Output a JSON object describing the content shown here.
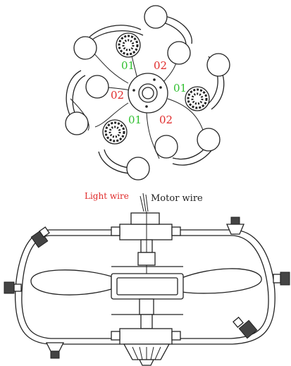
{
  "labels": {
    "wire_01_a": "01",
    "wire_01_b": "01",
    "wire_01_c": "01",
    "wire_02_a": "02",
    "wire_02_b": "02",
    "wire_02_c": "02",
    "light_wire": "Light wire",
    "motor_wire": "Motor wire"
  },
  "colors": {
    "label_01": "#2fbf2f",
    "label_02": "#e02a2a",
    "light_wire": "#e02a2a",
    "line": "#222222"
  },
  "icons": [
    "globe-light-icon",
    "socket-light-icon",
    "motor-hub-icon",
    "fan-blade-icon"
  ]
}
